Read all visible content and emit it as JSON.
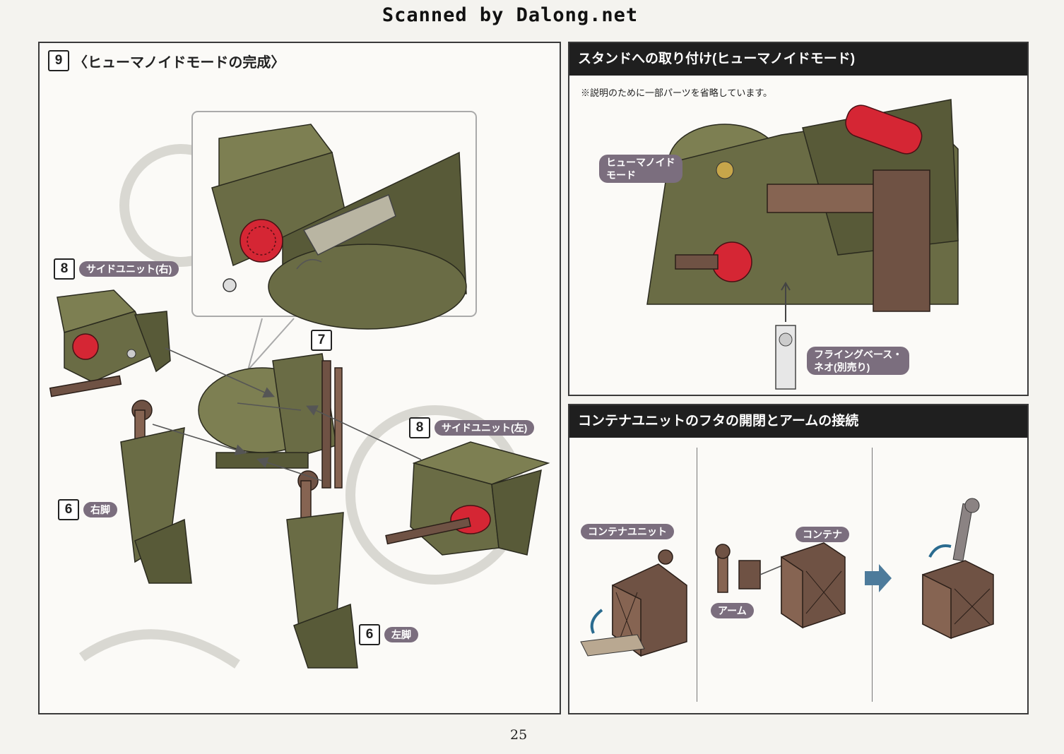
{
  "scan_credit": "Scanned by Dalong.net",
  "page_number": "25",
  "left_panel": {
    "step_number": "9",
    "title": "〈ヒューマノイドモードの完成〉",
    "callouts": [
      {
        "num": "8",
        "label": "サイドユニット(右)"
      },
      {
        "num": "7",
        "label": ""
      },
      {
        "num": "8",
        "label": "サイドユニット(左)"
      },
      {
        "num": "6",
        "label": "右脚"
      },
      {
        "num": "6",
        "label": "左脚"
      }
    ]
  },
  "stand_panel": {
    "header": "スタンドへの取り付け(ヒューマノイドモード)",
    "note": "※説明のために一部パーツを省略しています。",
    "labels": {
      "humanoid": "ヒューマノイド\nモード",
      "flying_base": "フライングベース・\nネオ(別売り)"
    }
  },
  "container_panel": {
    "header": "コンテナユニットのフタの開閉とアームの接続",
    "labels": {
      "container_unit": "コンテナユニット",
      "container": "コンテナ",
      "arm": "アーム"
    }
  },
  "colors": {
    "olive": "#6a6c45",
    "brown": "#6f5244",
    "missile_red": "#d52634",
    "tag_purple": "#7b6e7e",
    "header_black": "#1f1f1f"
  }
}
